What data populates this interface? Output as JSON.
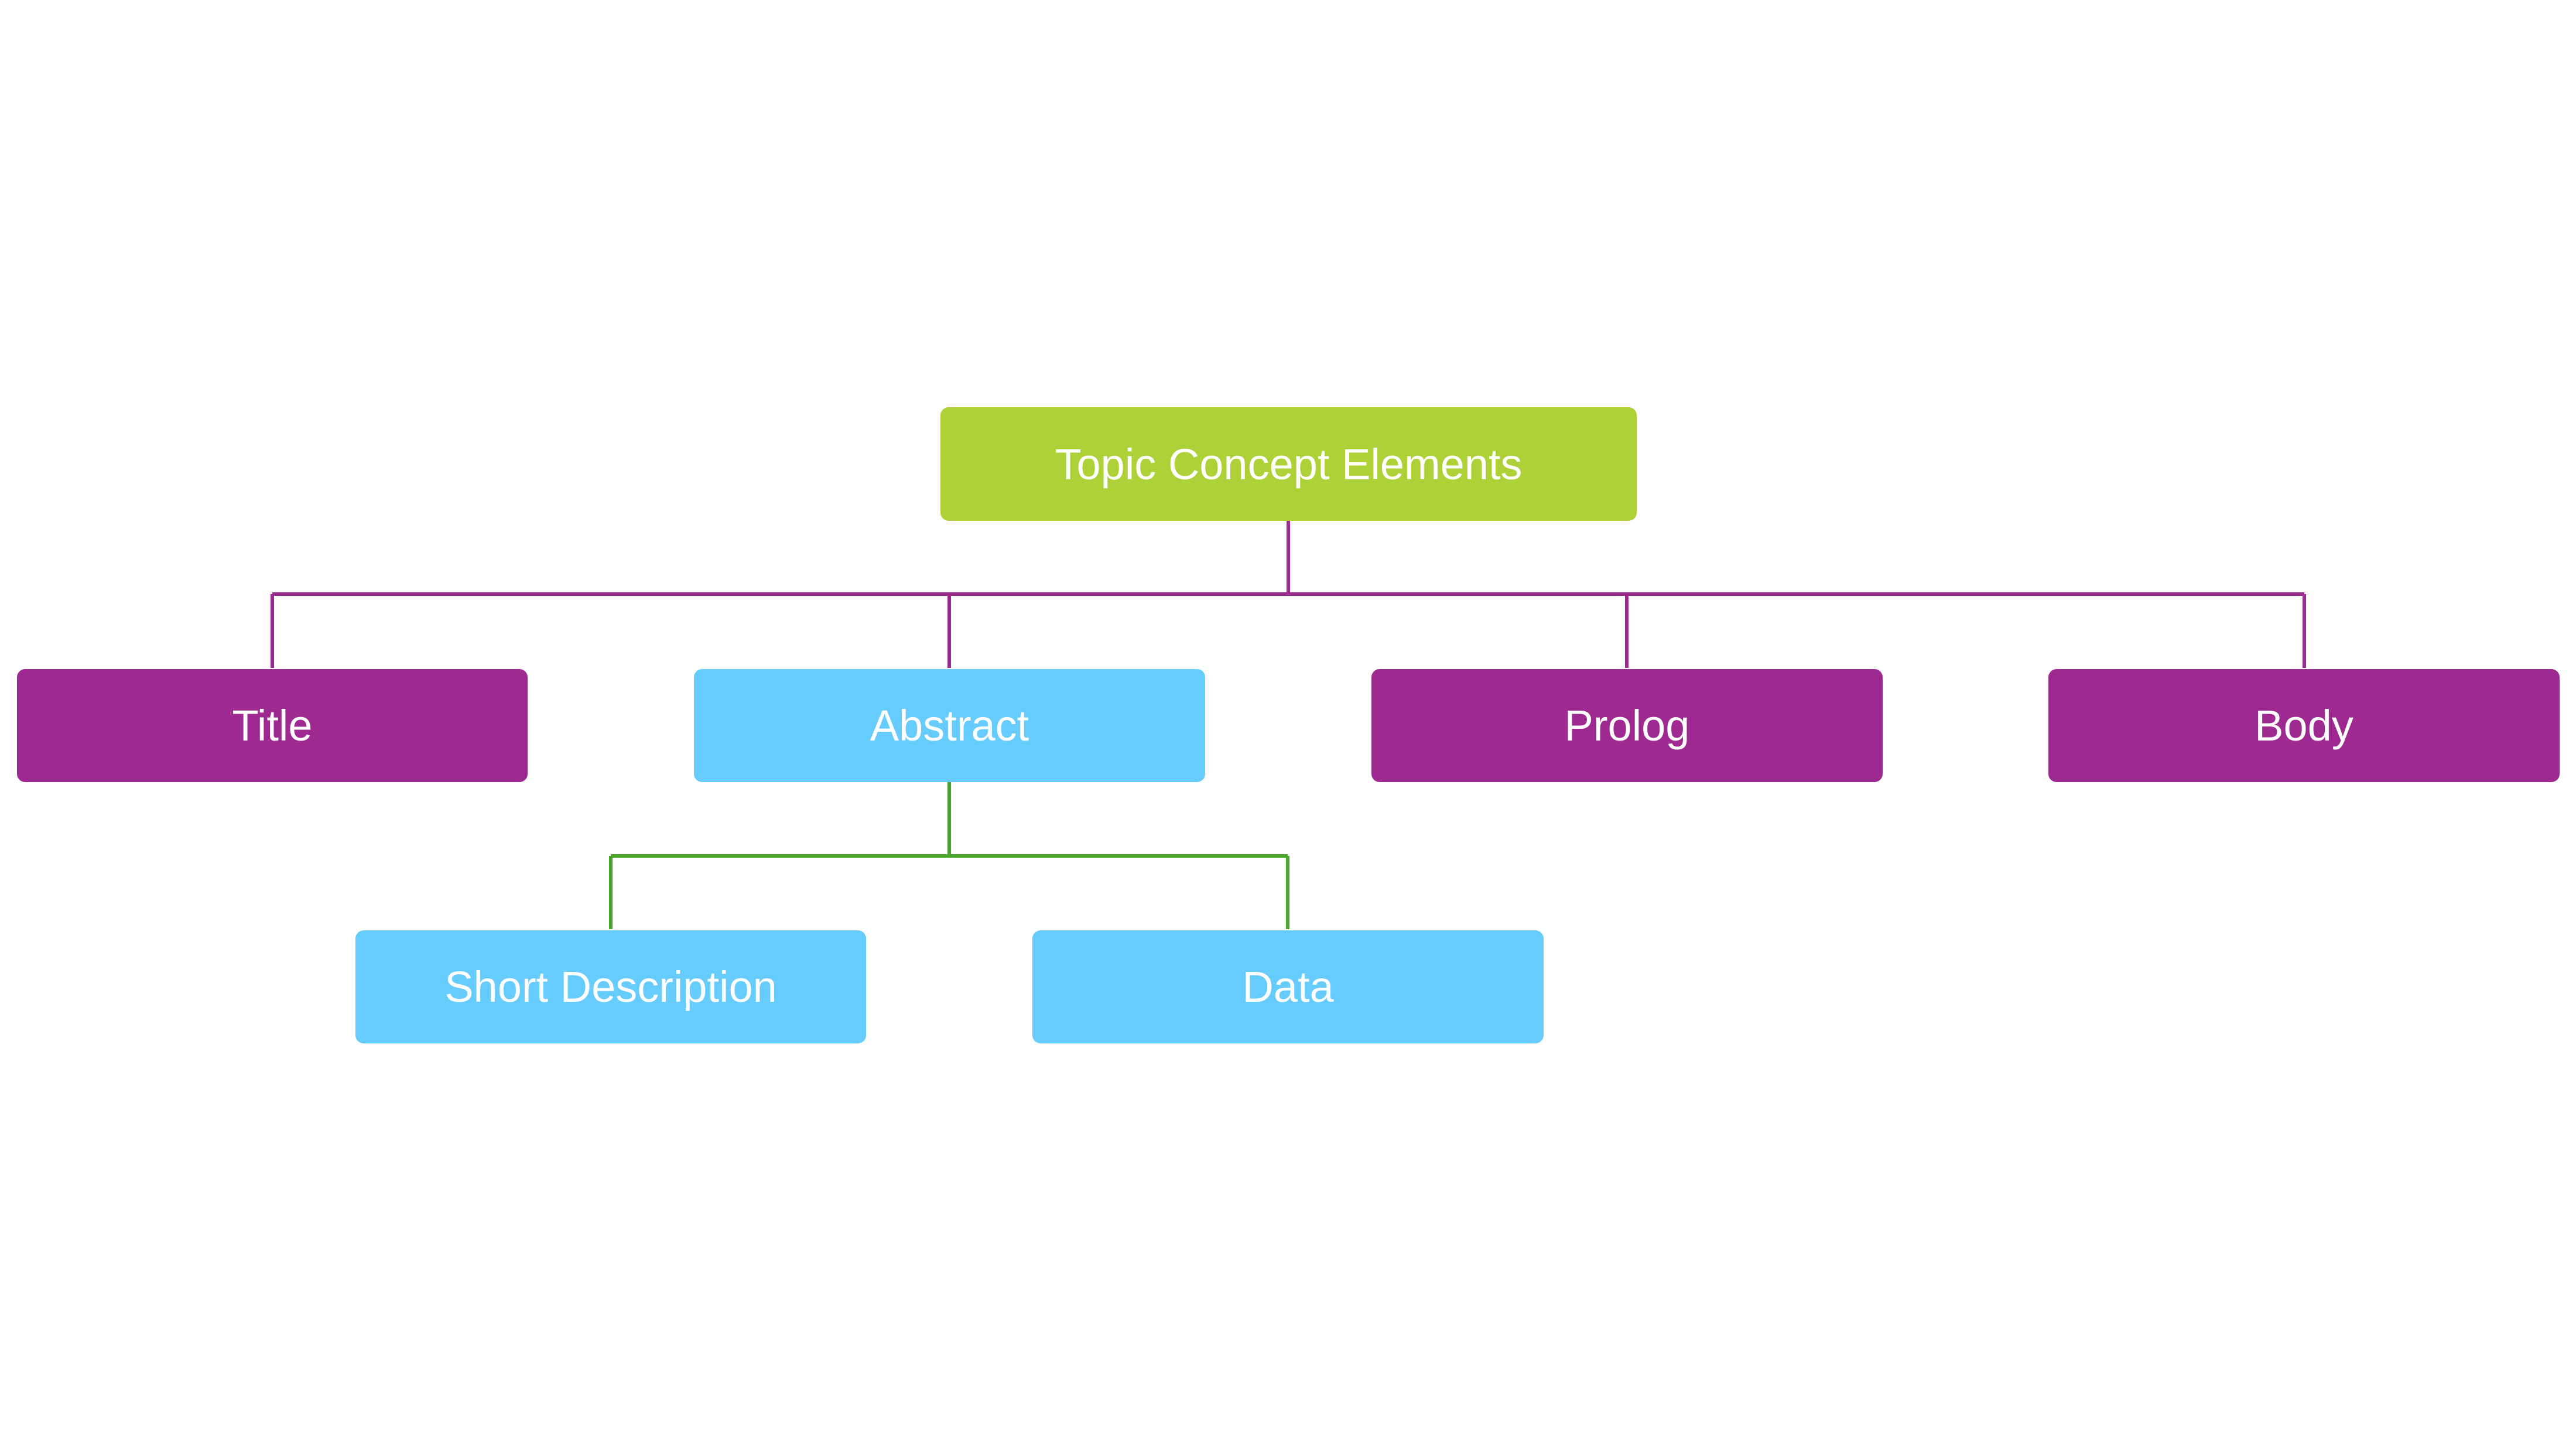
{
  "colors": {
    "root_fill": "#add136",
    "level1_magenta": "#9e2a91",
    "level1_blue": "#66cbfd",
    "level2_blue": "#66cbfd",
    "connector_root": "#9e2a91",
    "connector_abstract": "#4aa72c",
    "text": "#ffffff"
  },
  "diagram": {
    "root": {
      "label": "Topic Concept Elements"
    },
    "children": [
      {
        "label": "Title"
      },
      {
        "label": "Abstract",
        "children": [
          {
            "label": "Short Description"
          },
          {
            "label": "Data"
          }
        ]
      },
      {
        "label": "Prolog"
      },
      {
        "label": "Body"
      }
    ]
  }
}
